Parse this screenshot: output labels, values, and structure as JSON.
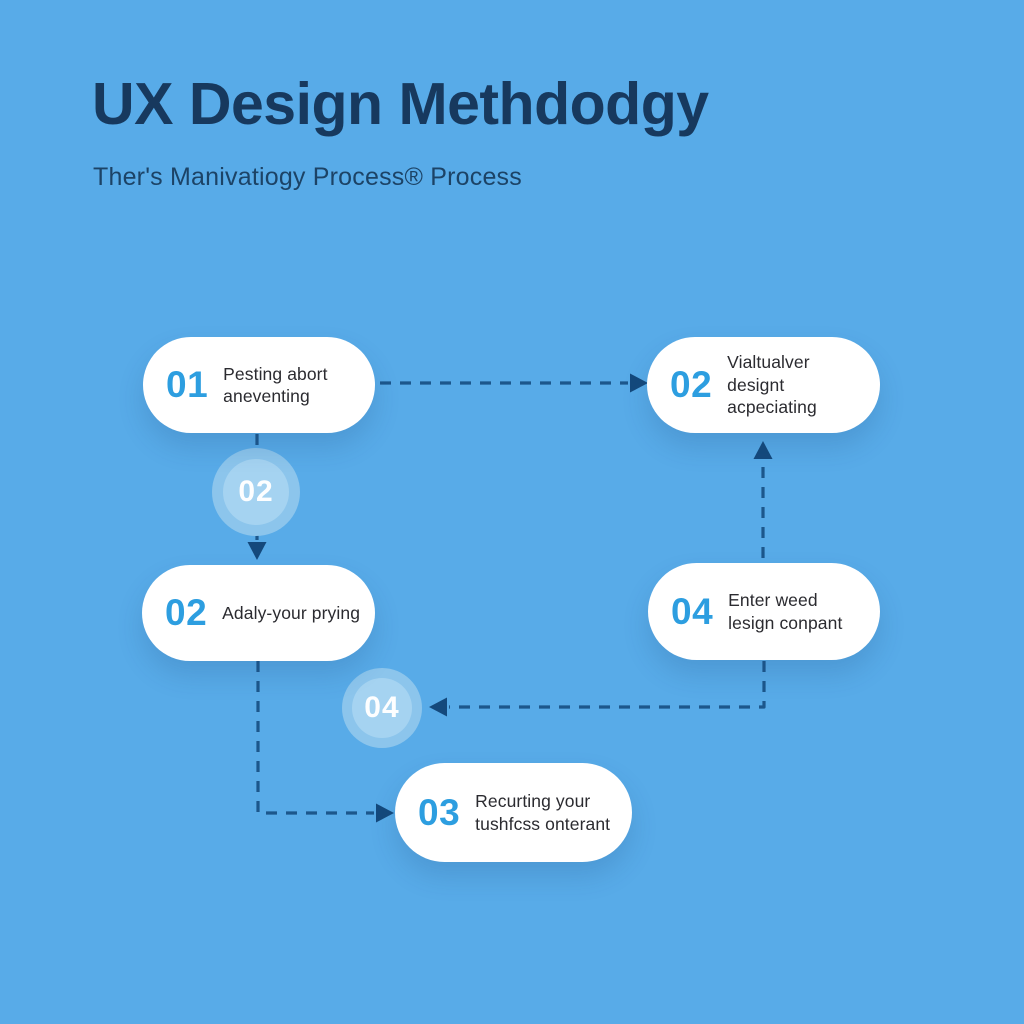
{
  "header": {
    "title": "UX Design Methdodgy",
    "subtitle": "Ther's Manivatiogy Process® Process"
  },
  "diagram": {
    "pills": [
      {
        "id": "pill-01",
        "number": "01",
        "label": "Pesting abort aneventing"
      },
      {
        "id": "pill-02-top",
        "number": "02",
        "label": "Vialtualver designt acpeciating"
      },
      {
        "id": "pill-02-left",
        "number": "02",
        "label": "Adaly-your prying"
      },
      {
        "id": "pill-04-right",
        "number": "04",
        "label": "Enter weed lesign conpant"
      },
      {
        "id": "pill-03-bottom",
        "number": "03",
        "label": "Recurting your tushfcss onterant"
      }
    ],
    "badges": [
      {
        "id": "badge-02",
        "label": "02"
      },
      {
        "id": "badge-04",
        "label": "04"
      }
    ],
    "connectors": [
      {
        "from": "pill-01",
        "to": "pill-02-top",
        "style": "dashed-arrow",
        "direction": "right"
      },
      {
        "from": "pill-01",
        "to": "pill-02-left",
        "style": "dashed-arrow",
        "direction": "down",
        "through": "badge-02"
      },
      {
        "from": "pill-04-right",
        "to": "pill-02-top",
        "style": "dashed-arrow",
        "direction": "up"
      },
      {
        "from": "pill-04-right",
        "to": "badge-04",
        "style": "dashed-arrow",
        "direction": "down-then-left"
      },
      {
        "from": "pill-02-left",
        "to": "pill-03-bottom",
        "style": "dashed-arrow",
        "direction": "down-then-right"
      }
    ]
  },
  "colors": {
    "background": "#58ABE8",
    "title": "#17395E",
    "subtitle": "#1C4366",
    "pill-bg": "#FFFFFF",
    "pill-number": "#2D9EE0",
    "pill-text": "#2B2B30",
    "connector": "#1C578C",
    "arrowhead": "#14497C",
    "badge-outer": "#8CC5EC",
    "badge-inner": "#A5D3F1",
    "badge-text": "#FDFEFF"
  }
}
